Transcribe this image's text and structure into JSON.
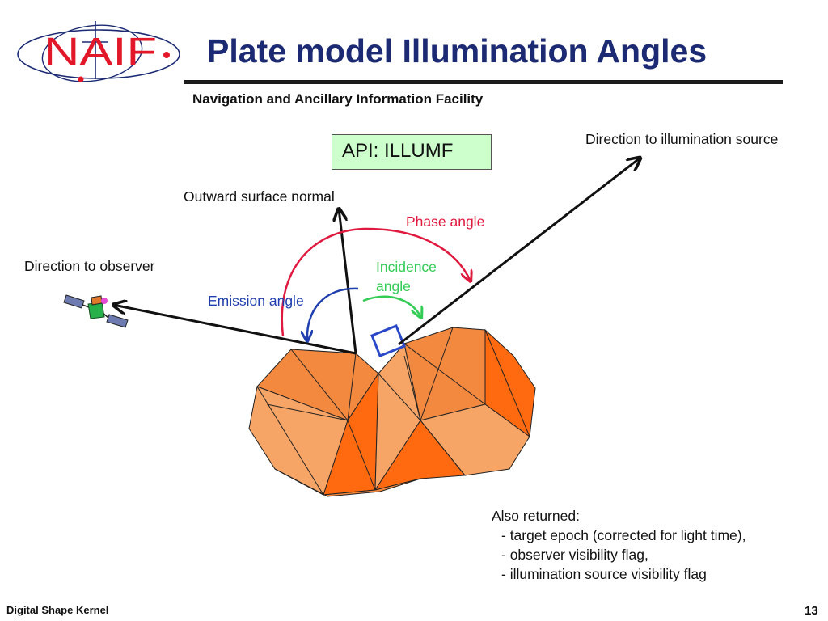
{
  "header": {
    "logo_text": "NAIF",
    "title": "Plate model Illumination Angles",
    "subtitle": "Navigation and Ancillary Information Facility"
  },
  "diagram": {
    "api_label": "API: ILLUMF",
    "labels": {
      "illumination_direction": "Direction to illumination source",
      "surface_normal": "Outward surface normal",
      "phase_angle": "Phase angle",
      "observer_direction": "Direction to observer",
      "incidence_angle": "Incidence angle",
      "emission_angle": "Emission angle"
    },
    "colors": {
      "phase": "#e0193f",
      "incidence": "#33cc55",
      "emission": "#1f3fae",
      "plate_outline": "#2a49c8",
      "api_box": "#ccffcc",
      "asteroid_light": "#f7a566",
      "asteroid_mid": "#f3883f",
      "asteroid_dark": "#ff6a10"
    }
  },
  "also_returned": {
    "heading": "Also returned:",
    "items": [
      "- target epoch (corrected for light time),",
      "- observer visibility flag,",
      "- illumination source visibility flag"
    ]
  },
  "footer": {
    "left": "Digital Shape Kernel",
    "page_number": "13"
  }
}
